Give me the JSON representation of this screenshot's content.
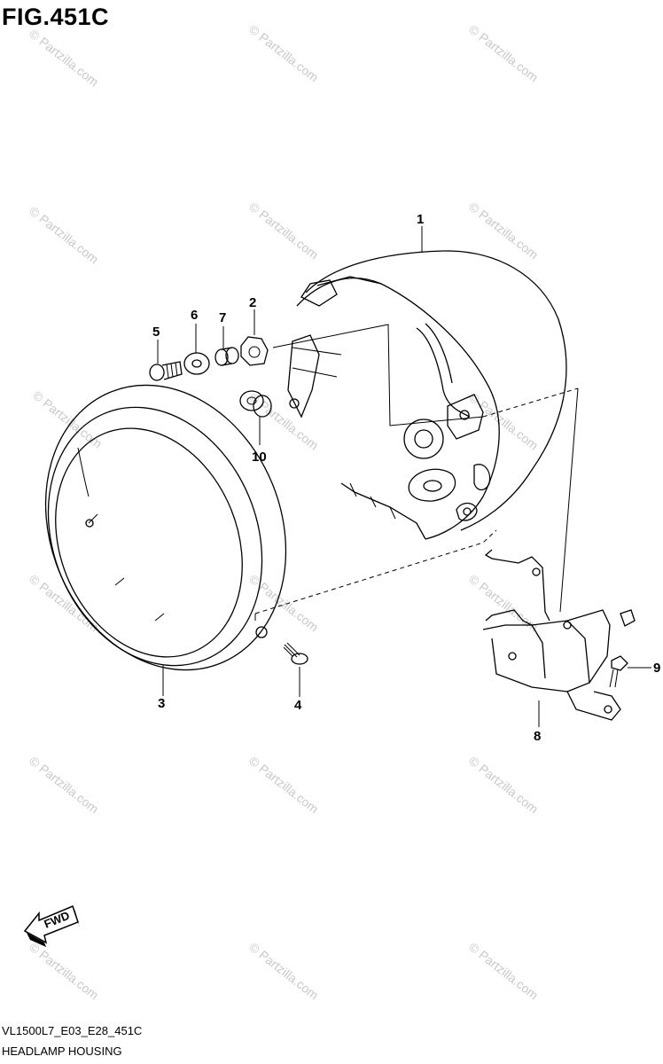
{
  "figure": {
    "title": "FIG.451C",
    "code": "VL1500L7_E03_E28_451C",
    "caption": "HEADLAMP HOUSING",
    "fwd_label": "FWD"
  },
  "watermark": "© Partzilla.com",
  "callouts": [
    {
      "id": "1",
      "part": "housing"
    },
    {
      "id": "2",
      "part": "nut"
    },
    {
      "id": "3",
      "part": "rim"
    },
    {
      "id": "4",
      "part": "screw"
    },
    {
      "id": "5",
      "part": "bolt"
    },
    {
      "id": "6",
      "part": "washer"
    },
    {
      "id": "7",
      "part": "collar"
    },
    {
      "id": "8",
      "part": "bracket"
    },
    {
      "id": "9",
      "part": "bolt"
    },
    {
      "id": "10",
      "part": "grommet"
    }
  ]
}
